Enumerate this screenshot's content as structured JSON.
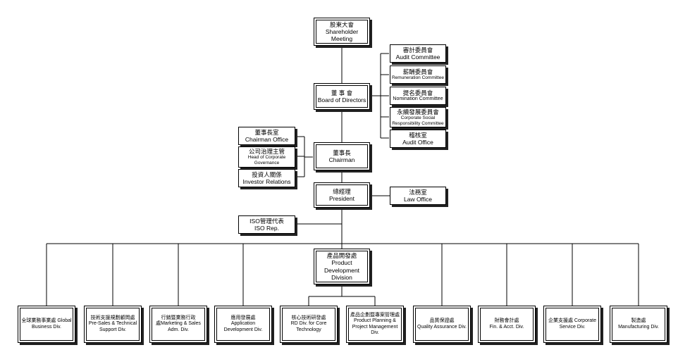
{
  "shareholder": {
    "zh": "股東大會",
    "en1": "Shareholder",
    "en2": "Meeting"
  },
  "committees": [
    {
      "zh": "審計委員會",
      "en": "Audit Committee"
    },
    {
      "zh": "薪酬委員會",
      "en": "Remuneration Committee"
    },
    {
      "zh": "提名委員會",
      "en": "Nomination Committee"
    },
    {
      "zh": "永續發展委員會",
      "en1": "Corporate Social",
      "en2": "Responsibility Committee"
    },
    {
      "zh": "稽核室",
      "en": "Audit Office"
    }
  ],
  "board": {
    "zh": "董 事 會",
    "en": "Board of Directors"
  },
  "chairman_office": {
    "zh": "董事長室",
    "en": "Chairman Office"
  },
  "governance": {
    "zh": "公司治理主管",
    "en1": "Head of Corporate",
    "en2": "Governance"
  },
  "investor": {
    "zh": "投資人關係",
    "en": "Investor Relations"
  },
  "chairman": {
    "zh": "董事長",
    "en": "Chairman"
  },
  "president": {
    "zh": "總經理",
    "en": "President"
  },
  "law": {
    "zh": "法務室",
    "en": "Law Office"
  },
  "iso": {
    "zh": "ISO管理代表",
    "en": "ISO Rep."
  },
  "product_dev": {
    "zh": "產品開發處",
    "en1": "Product",
    "en2": "Development",
    "en3": "Division"
  },
  "divisions": [
    {
      "l1": "全球業務事業處 Global",
      "l2": "Business Div."
    },
    {
      "l1": "技術支援規劃顧問處",
      "l2": "Pre-Sales & Technical",
      "l3": "Support Div."
    },
    {
      "l1": "行銷暨業務行政",
      "l2": "處Marketing & Sales",
      "l3": "Adm. Div."
    },
    {
      "l1": "應用發展處",
      "l2": "Application",
      "l3": "Development Div."
    },
    {
      "l1": "核心技術研發處",
      "l2": "RD Div. for Core",
      "l3": "Technology"
    },
    {
      "l1": "產品企劃暨專案管理處",
      "l2": "Product Planning &",
      "l3": "Project Management",
      "l4": "Div."
    },
    {
      "l1": "品質保證處",
      "l2": "Quality Assurance Div."
    },
    {
      "l1": "財務會計處",
      "l2": "Fin. & Acct. Div."
    },
    {
      "l1": "企業支援處  Corporate",
      "l2": "Service Div."
    },
    {
      "l1": "製造處",
      "l2": "Manufacturing Div."
    }
  ]
}
